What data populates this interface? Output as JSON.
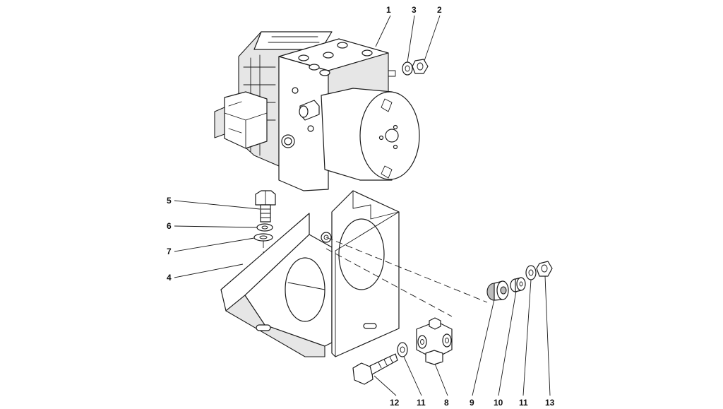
{
  "diagram": {
    "line_color": "#1a1a1a",
    "background": "#ffffff",
    "callouts": {
      "c1": "1",
      "c2": "2",
      "c3": "3",
      "c4": "4",
      "c5": "5",
      "c6": "6",
      "c7": "7",
      "c8": "8",
      "c9": "9",
      "c10": "10",
      "c11a": "11",
      "c11b": "11",
      "c12": "12",
      "c13": "13"
    }
  }
}
